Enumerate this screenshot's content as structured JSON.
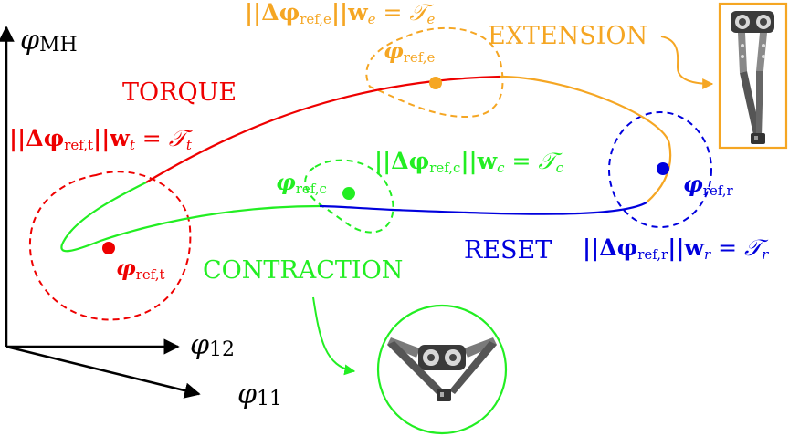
{
  "axes": {
    "y": {
      "symbol": "φ",
      "subscript": "MH"
    },
    "x1": {
      "symbol": "φ",
      "subscript": "12"
    },
    "x2": {
      "symbol": "φ",
      "subscript": "11"
    }
  },
  "phases": {
    "torque": {
      "label": "TORQUE",
      "color": "#ee0000"
    },
    "extension": {
      "label": "EXTENSION",
      "color": "#f5a623"
    },
    "contraction": {
      "label": "CONTRACTION",
      "color": "#22ee22"
    },
    "reset": {
      "label": "RESET",
      "color": "#0000dd"
    }
  },
  "references": {
    "t": {
      "symbol": "φ",
      "sub": "ref,t"
    },
    "e": {
      "symbol": "φ",
      "sub": "ref,e"
    },
    "c": {
      "symbol": "φ",
      "sub": "ref,c"
    },
    "r": {
      "symbol": "φ",
      "sub": "ref,r"
    }
  },
  "constraints": {
    "t": {
      "norm": "||Δφ",
      "sub": "ref,t",
      "weight": "||w",
      "wsub": "t",
      "eq": " = ",
      "target": "𝒯",
      "tsub": "t"
    },
    "e": {
      "norm": "||Δφ",
      "sub": "ref,e",
      "weight": "||w",
      "wsub": "e",
      "eq": " = ",
      "target": "𝒯",
      "tsub": "e"
    },
    "c": {
      "norm": "||Δφ",
      "sub": "ref,c",
      "weight": "||w",
      "wsub": "c",
      "eq": " = ",
      "target": "𝒯",
      "tsub": "c"
    },
    "r": {
      "norm": "||Δφ",
      "sub": "ref,r",
      "weight": "||w",
      "wsub": "r",
      "eq": " = ",
      "target": "𝒯",
      "tsub": "r"
    }
  },
  "icons": {
    "extension_robot": "robot-leg-extended-icon",
    "contraction_robot": "robot-leg-contracted-icon"
  }
}
